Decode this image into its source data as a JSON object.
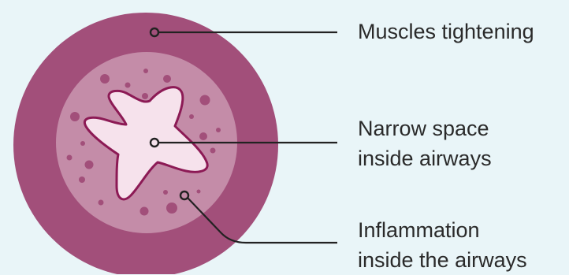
{
  "colors": {
    "background": "#e9f5f8",
    "outer_muscle": "#a24f7a",
    "inflamed_layer": "#c48ca8",
    "airway_space": "#f6e2ec",
    "airway_outline": "#8c1a55",
    "dots": "#a24f7a",
    "leader_lines": "#222222"
  },
  "labels": {
    "muscles": "Muscles tightening",
    "narrow_line1": "Narrow space",
    "narrow_line2": "inside airways",
    "inflammation_line1": "Inflammation",
    "inflammation_line2": "inside the airways"
  }
}
